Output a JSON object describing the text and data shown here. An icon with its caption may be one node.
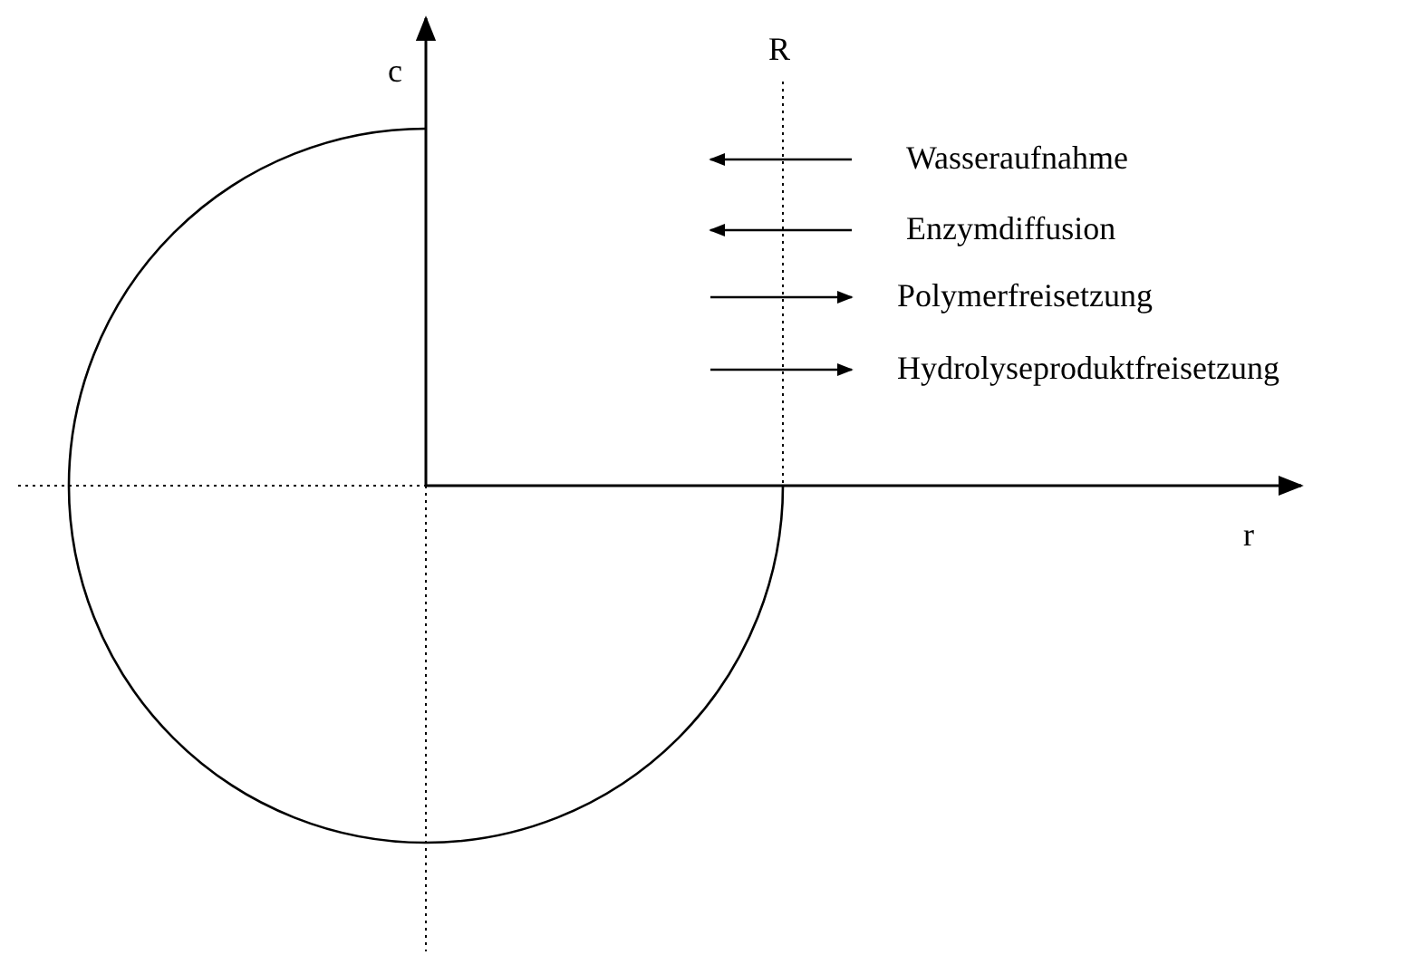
{
  "diagram": {
    "labels": [
      "c",
      "R",
      "r"
    ],
    "legend": [
      {
        "text": "Wasseraufnahme"
      },
      {
        "text": "Enzymdiffusion"
      },
      {
        "text": "Polymerfreisetzung"
      },
      {
        "text": "Hydrolyseproduktfreisetzung"
      }
    ]
  }
}
